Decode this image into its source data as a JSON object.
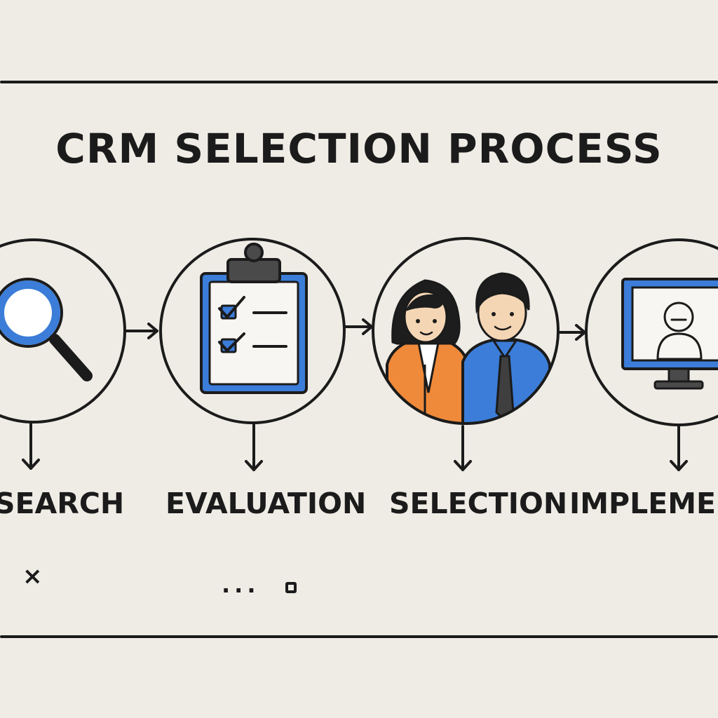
{
  "title": "CRM SELECTION PROCESS",
  "steps": [
    {
      "label": "SEARCH",
      "icon": "magnifying-glass-icon"
    },
    {
      "label": "EVALUATION",
      "icon": "clipboard-checklist-icon"
    },
    {
      "label": "SELECTION",
      "icon": "people-icon"
    },
    {
      "label": "IMPLEMENTA",
      "icon": "monitor-user-icon"
    }
  ],
  "footer": {
    "close_glyph": "×",
    "ellipsis": "..."
  },
  "colors": {
    "ink": "#1b1b1b",
    "accent_blue": "#3b7dd8",
    "accent_orange": "#ef8a3a",
    "background": "#efece6"
  }
}
